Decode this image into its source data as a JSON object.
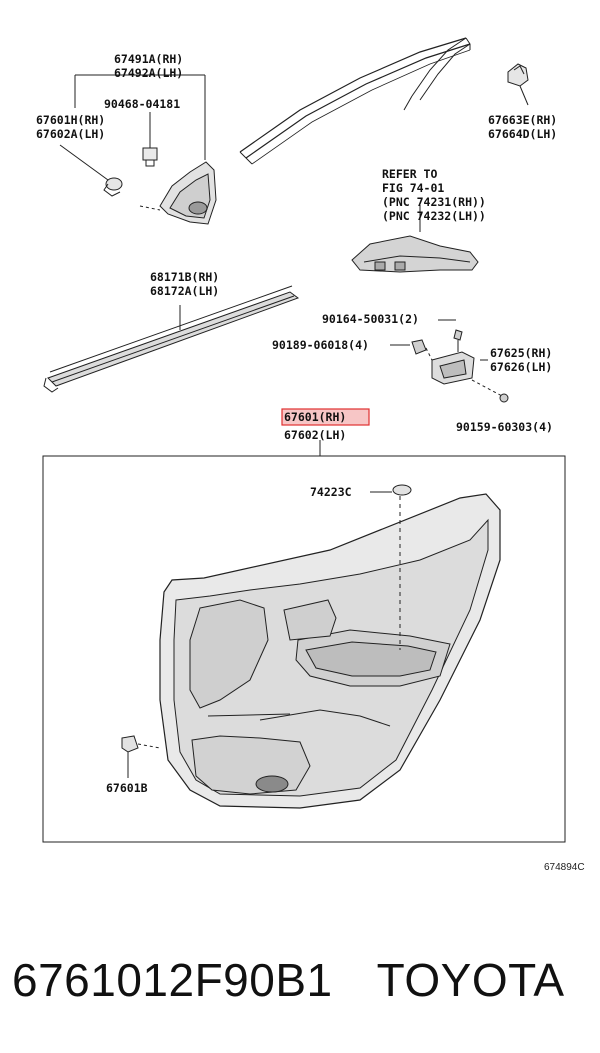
{
  "labels": {
    "l67491a": "67491A(RH)",
    "l67492a": "67492A(LH)",
    "l90468": "90468-04181",
    "l67601h": "67601H(RH)",
    "l67602a": "67602A(LH)",
    "l67663e": "67663E(RH)",
    "l67664d": "67664D(LH)",
    "refer1": "REFER TO",
    "refer2": "FIG 74-01",
    "refer3": "(PNC 74231(RH))",
    "refer4": "(PNC 74232(LH))",
    "l68171b": "68171B(RH)",
    "l68172a": "68172A(LH)",
    "l90164": "90164-50031(2)",
    "l90189": "90189-06018(4)",
    "l67625": "67625(RH)",
    "l67626": "67626(LH)",
    "l90159": "90159-60303(4)",
    "l67601rh": "67601(RH)",
    "l67602lh": "67602(LH)",
    "l74223c": "74223C",
    "l67601b": "67601B"
  },
  "diagram_code": "674894C",
  "part_number": "6761012F90B1",
  "brand": "TOYOTA",
  "colors": {
    "line": "#222222",
    "highlight_fill": "#f7c6c6",
    "highlight_stroke": "#e03030",
    "panel_fill": "#d9d9d9",
    "panel_dark": "#8a8a8a"
  }
}
